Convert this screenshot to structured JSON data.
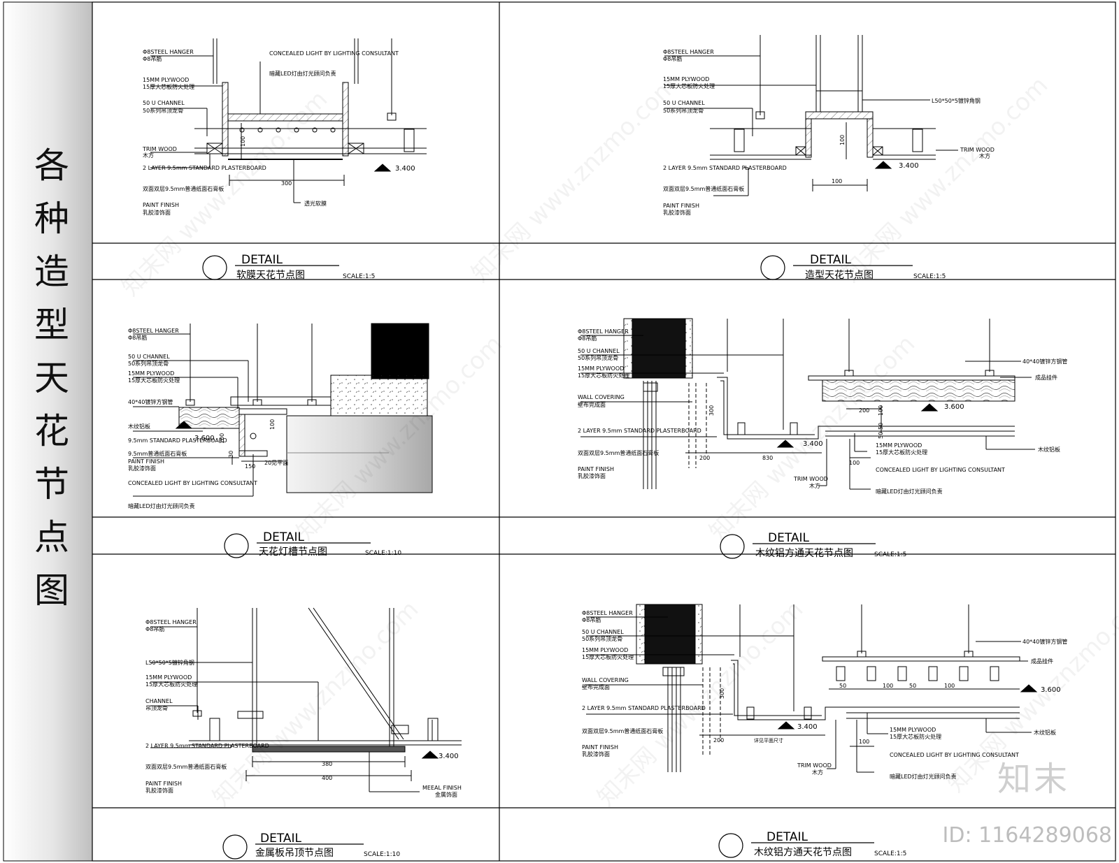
{
  "sheet_title": "各种造型天花节点图",
  "brand": "知末",
  "id_text": "ID: 1164289068",
  "watermark": "知末网 www.znzmo.com",
  "panels": [
    {
      "detail": "DETAIL",
      "name": "软膜天花节点图",
      "scale": "SCALE:1:5",
      "labels": [
        {
          "en": "Φ8STEEL HANGER",
          "cn": "Φ8吊筋"
        },
        {
          "en": "15MM PLYWOOD",
          "cn": "15厚大芯板防火处理"
        },
        {
          "en": "50 U CHANNEL",
          "cn": "50系列吊顶龙骨"
        },
        {
          "en": "TRIM WOOD",
          "cn": "木方"
        },
        {
          "en": "2 LAYER 9.5mm STANDARD PLASTERBOARD",
          "cn": "双面双层9.5mm普通纸面石膏板"
        },
        {
          "en": "PAINT FINISH",
          "cn": "乳胶漆饰面"
        },
        {
          "en": "CONCEALED LIGHT BY LIGHTING CONSULTANT",
          "cn": "暗藏LED灯由灯光顾问负责"
        }
      ],
      "extra_text": [
        "透光软膜"
      ],
      "dims": [
        "100",
        "300"
      ],
      "level": "3.400"
    },
    {
      "detail": "DETAIL",
      "name": "造型天花节点图",
      "scale": "SCALE:1:5",
      "labels": [
        {
          "en": "Φ8STEEL HANGER",
          "cn": "Φ8吊筋"
        },
        {
          "en": "15MM PLYWOOD",
          "cn": "15厚大芯板防火处理"
        },
        {
          "en": "50 U CHANNEL",
          "cn": "50系列吊顶龙骨"
        },
        {
          "en": "2 LAYER 9.5mm STANDARD PLASTERBOARD",
          "cn": "双面双层9.5mm普通纸面石膏板"
        },
        {
          "en": "PAINT FINISH",
          "cn": "乳胶漆饰面"
        },
        {
          "en": "TRIM WOOD",
          "cn": "木方"
        }
      ],
      "extra_text": [
        "L50*50*5镀锌角钢"
      ],
      "dims": [
        "100",
        "100"
      ],
      "level": "3.400"
    },
    {
      "detail": "DETAIL",
      "name": "天花灯槽节点图",
      "scale": "SCALE:1:10",
      "labels": [
        {
          "en": "Φ8STEEL HANGER",
          "cn": "Φ8吊筋"
        },
        {
          "en": "50 U CHANNEL",
          "cn": "50系列吊顶龙骨"
        },
        {
          "en": "15MM PLYWOOD",
          "cn": "15厚大芯板防火处理"
        },
        {
          "en": "",
          "cn": "40*40镀锌方钢管"
        },
        {
          "en": "",
          "cn": "木纹铝板"
        },
        {
          "en": "9.5mm STANDARD PLASTERBOARD",
          "cn": "9.5mm普通纸面石膏板"
        },
        {
          "en": "PAINT FINISH",
          "cn": "乳胶漆饰面"
        },
        {
          "en": "CONCEALED LIGHT BY LIGHTING CONSULTANT",
          "cn": "暗藏LED灯由灯光顾问负责"
        }
      ],
      "extra_text": [
        "20见平面"
      ],
      "dims": [
        "100",
        "30",
        "100",
        "150"
      ],
      "level": "3.600"
    },
    {
      "detail": "DETAIL",
      "name": "木纹铝方通天花节点图",
      "scale": "SCALE:1:5",
      "labels": [
        {
          "en": "Φ8STEEL HANGER",
          "cn": "Φ8吊筋"
        },
        {
          "en": "50 U CHANNEL",
          "cn": "50系列吊顶龙骨"
        },
        {
          "en": "15MM PLYWOOD",
          "cn": "15厚大芯板防火处理"
        },
        {
          "en": "WALL COVERING",
          "cn": "壁布完成面"
        },
        {
          "en": "2 LAYER 9.5mm STANDARD PLASTERBOARD",
          "cn": "双面双层9.5mm普通纸面石膏板"
        },
        {
          "en": "PAINT FINISH",
          "cn": "乳胶漆饰面"
        },
        {
          "en": "TRIM WOOD",
          "cn": "木方"
        },
        {
          "en": "15MM PLYWOOD",
          "cn": "15厚大芯板防火处理"
        },
        {
          "en": "CONCEALED LIGHT BY LIGHTING CONSULTANT",
          "cn": "暗藏LED灯由灯光顾问负责"
        },
        {
          "en": "",
          "cn": "40*40镀锌方钢管"
        },
        {
          "en": "",
          "cn": "成品挂件"
        },
        {
          "en": "",
          "cn": "木纹铝板"
        }
      ],
      "extra_text": [],
      "dims": [
        "300",
        "200",
        "830",
        "200",
        "100",
        "100",
        "50",
        "50"
      ],
      "level": "3.400",
      "level2": "3.600"
    },
    {
      "detail": "DETAIL",
      "name": "金属板吊顶节点图",
      "scale": "SCALE:1:10",
      "labels": [
        {
          "en": "Φ8STEEL HANGER",
          "cn": "Φ8吊筋"
        },
        {
          "en": "",
          "cn": "L50*50*5镀锌角钢"
        },
        {
          "en": "15MM PLYWOOD",
          "cn": "15厚大芯板防火处理"
        },
        {
          "en": "CHANNEL",
          "cn": "吊顶龙骨"
        },
        {
          "en": "2 LAYER 9.5mm STANDARD PLASTERBOARD",
          "cn": "双面双层9.5mm普通纸面石膏板"
        },
        {
          "en": "PAINT FINISH",
          "cn": "乳胶漆饰面"
        },
        {
          "en": "MEEAL FINISH",
          "cn": "金属饰面"
        }
      ],
      "extra_text": [],
      "dims": [
        "380",
        "400"
      ],
      "level": "3.400"
    },
    {
      "detail": "DETAIL",
      "name": "木纹铝方通天花节点图",
      "scale": "SCALE:1:5",
      "labels": [
        {
          "en": "Φ8STEEL HANGER",
          "cn": "Φ8吊筋"
        },
        {
          "en": "50 U CHANNEL",
          "cn": "50系列吊顶龙骨"
        },
        {
          "en": "15MM PLYWOOD",
          "cn": "15厚大芯板防火处理"
        },
        {
          "en": "WALL COVERING",
          "cn": "壁布完成面"
        },
        {
          "en": "2 LAYER 9.5mm STANDARD PLASTERBOARD",
          "cn": "双面双层9.5mm普通纸面石膏板"
        },
        {
          "en": "PAINT FINISH",
          "cn": "乳胶漆饰面"
        },
        {
          "en": "TRIM WOOD",
          "cn": "木方"
        },
        {
          "en": "15MM PLYWOOD",
          "cn": "15厚大芯板防火处理"
        },
        {
          "en": "CONCEALED LIGHT BY LIGHTING CONSULTANT",
          "cn": "暗藏LED灯由灯光顾问负责"
        },
        {
          "en": "",
          "cn": "40*40镀锌方钢管"
        },
        {
          "en": "",
          "cn": "成品挂件"
        },
        {
          "en": "",
          "cn": "木纹铝板"
        }
      ],
      "extra_text": [
        "详见平面尺寸"
      ],
      "dims": [
        "300",
        "200",
        "100",
        "50",
        "100",
        "50",
        "100"
      ],
      "level": "3.400",
      "level2": "3.600"
    }
  ]
}
